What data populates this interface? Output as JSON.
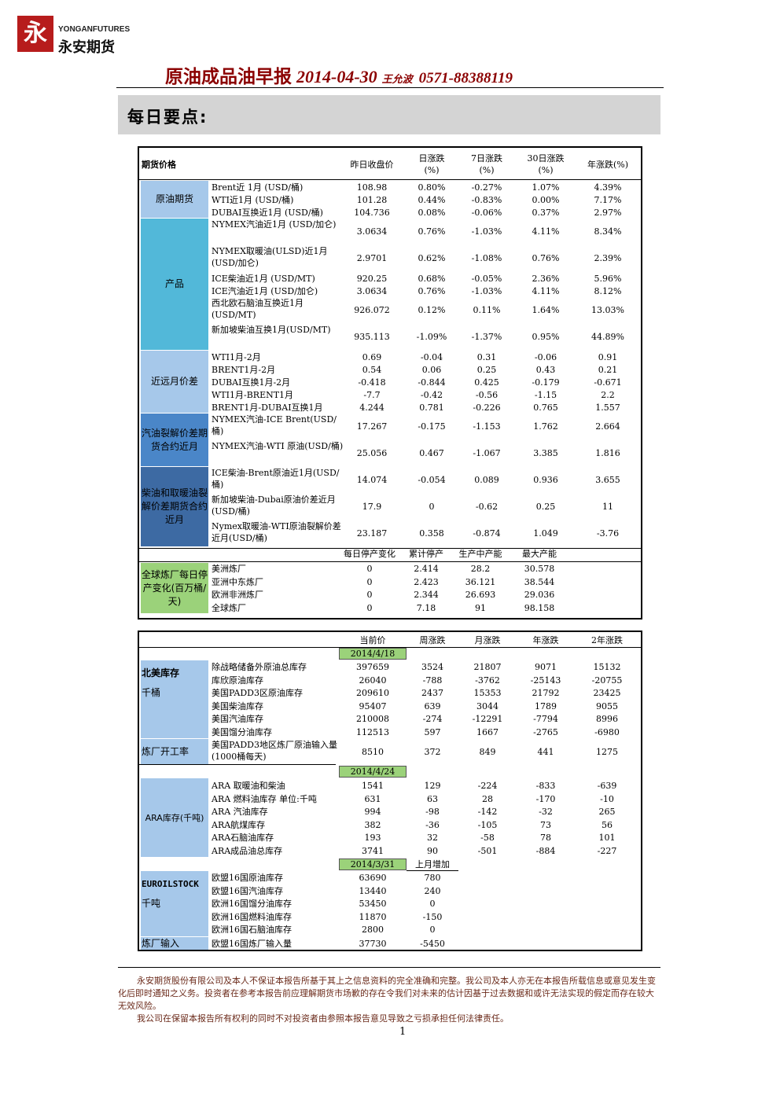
{
  "logo": {
    "mark": "永",
    "en": "YONGANFUTURES",
    "cn": "永安期货"
  },
  "header": {
    "title": "原油成品油早报",
    "date": "2014-04-30",
    "author": "王允波",
    "phone": "0571-88388119"
  },
  "section_title": "每日要点:",
  "t1": {
    "headers": {
      "c0": "期货价格",
      "c1": "昨日收盘价",
      "c2": "日涨跌\n(%)",
      "c3": "7日涨跌\n(%)",
      "c4": "30日涨跌\n(%)",
      "c5": "年涨跌(%)"
    },
    "groups": [
      {
        "name": "原油期货",
        "color": "#a6c8ea",
        "rows": [
          {
            "label": "Brent近 1月 (USD/桶)",
            "v": [
              "108.98",
              "0.80%",
              "-0.27%",
              "1.07%",
              "4.39%"
            ]
          },
          {
            "label": "WTI近1月 (USD/桶)",
            "v": [
              "101.28",
              "0.44%",
              "-0.83%",
              "0.00%",
              "7.17%"
            ]
          },
          {
            "label": "DUBAI互换近1月 (USD/桶)",
            "v": [
              "104.736",
              "0.08%",
              "-0.06%",
              "0.37%",
              "2.97%"
            ]
          }
        ]
      },
      {
        "name": "产品",
        "color": "#52b8d9",
        "rows": [
          {
            "label": "NYMEX汽油近1月 (USD/加仑)",
            "v": [
              "3.0634",
              "0.76%",
              "-1.03%",
              "4.11%",
              "8.34%"
            ]
          },
          {
            "label": "NYMEX取暖油(ULSD)近1月(USD/加仑)",
            "v": [
              "2.9701",
              "0.62%",
              "-1.08%",
              "0.76%",
              "2.39%"
            ]
          },
          {
            "label": "ICE柴油近1月 (USD/MT)",
            "v": [
              "920.25",
              "0.68%",
              "-0.05%",
              "2.36%",
              "5.96%"
            ]
          },
          {
            "label": "ICE汽油近1月 (USD/加仑)",
            "v": [
              "3.0634",
              "0.76%",
              "-1.03%",
              "4.11%",
              "8.12%"
            ]
          },
          {
            "label": "西北欧石脑油互换近1月(USD/MT)",
            "v": [
              "926.072",
              "0.12%",
              "0.11%",
              "1.64%",
              "13.03%"
            ]
          },
          {
            "label": "新加坡柴油互换1月(USD/MT)",
            "v": [
              "935.113",
              "-1.09%",
              "-1.37%",
              "0.95%",
              "44.89%"
            ]
          }
        ]
      },
      {
        "name": "近远月价差",
        "color": "#a6c8ea",
        "rows": [
          {
            "label": "WTI1月-2月",
            "v": [
              "0.69",
              "-0.04",
              "0.31",
              "-0.06",
              "0.91"
            ]
          },
          {
            "label": "BRENT1月-2月",
            "v": [
              "0.54",
              "0.06",
              "0.25",
              "0.43",
              "0.21"
            ]
          },
          {
            "label": "DUBAI互换1月-2月",
            "v": [
              "-0.418",
              "-0.844",
              "0.425",
              "-0.179",
              "-0.671"
            ]
          },
          {
            "label": "WTI1月-BRENT1月",
            "v": [
              "-7.7",
              "-0.42",
              "-0.56",
              "-1.15",
              "2.2"
            ]
          },
          {
            "label": "BRENT1月-DUBAI互换1月",
            "v": [
              "4.244",
              "0.781",
              "-0.226",
              "0.765",
              "1.557"
            ]
          }
        ]
      },
      {
        "name": "汽油裂解价差期货合约近月",
        "color": "#4a86c8",
        "rows": [
          {
            "label": "NYMEX汽油-ICE Brent(USD/桶)",
            "v": [
              "17.267",
              "-0.175",
              "-1.153",
              "1.762",
              "2.664"
            ]
          },
          {
            "label": "NYMEX汽油-WTI 原油(USD/桶)",
            "v": [
              "25.056",
              "0.467",
              "-1.067",
              "3.385",
              "1.816"
            ]
          }
        ]
      },
      {
        "name": "柴油和取暖油裂解价差期货合约近月",
        "color": "#3d6aa3",
        "rows": [
          {
            "label": "ICE柴油-Brent原油近1月(USD/桶)",
            "v": [
              "14.074",
              "-0.054",
              "0.089",
              "0.936",
              "3.655"
            ]
          },
          {
            "label": "新加坡柴油-Dubai原油价差近月(USD/桶)",
            "v": [
              "17.9",
              "0",
              "-0.62",
              "0.25",
              "11"
            ]
          },
          {
            "label": "Nymex取暖油-WTI原油裂解价差近月(USD/桶)",
            "v": [
              "23.187",
              "0.358",
              "-0.874",
              "1.049",
              "-3.76"
            ]
          }
        ]
      }
    ],
    "refinery_headers": [
      "每日停产变化",
      "累计停产",
      "生产中产能",
      "最大产能"
    ],
    "refinery_group": "全球炼厂每日停产变化(百万桶/天)",
    "refinery_rows": [
      {
        "label": "美洲炼厂",
        "v": [
          "0",
          "2.414",
          "28.2",
          "30.578"
        ]
      },
      {
        "label": "亚洲中东炼厂",
        "v": [
          "0",
          "2.423",
          "36.121",
          "38.544"
        ]
      },
      {
        "label": "欧洲非洲炼厂",
        "v": [
          "0",
          "2.344",
          "26.693",
          "29.036"
        ]
      },
      {
        "label": "全球炼厂",
        "v": [
          "0",
          "7.18",
          "91",
          "98.158"
        ]
      }
    ]
  },
  "t2": {
    "headers": [
      "当前价",
      "周涨跌",
      "月涨跌",
      "年涨跌",
      "2年涨跌"
    ],
    "date1": "2014/4/18",
    "na_title": "北美库存",
    "na_unit": "千桶",
    "na_rows": [
      {
        "label": "除战略储备外原油总库存",
        "v": [
          "397659",
          "3524",
          "21807",
          "9071",
          "15132"
        ]
      },
      {
        "label": "库欣原油库存",
        "v": [
          "26040",
          "-788",
          "-3762",
          "-25143",
          "-20755"
        ]
      },
      {
        "label": "美国PADD3区原油库存",
        "v": [
          "209610",
          "2437",
          "15353",
          "21792",
          "23425"
        ]
      },
      {
        "label": "美国柴油库存",
        "v": [
          "95407",
          "639",
          "3044",
          "1789",
          "9055"
        ]
      },
      {
        "label": "美国汽油库存",
        "v": [
          "210008",
          "-274",
          "-12291",
          "-7794",
          "8996"
        ]
      },
      {
        "label": "美国馏分油库存",
        "v": [
          "112513",
          "597",
          "1667",
          "-2765",
          "-6980"
        ]
      }
    ],
    "util_title": "炼厂开工率",
    "util_row": {
      "label": "美国PADD3地区炼厂原油输入量(1000桶每天)",
      "v": [
        "8510",
        "372",
        "849",
        "441",
        "1275"
      ]
    },
    "date2": "2014/4/24",
    "ara_title": "ARA库存(千吨)",
    "ara_rows": [
      {
        "label": "ARA 取暖油和柴油",
        "v": [
          "1541",
          "129",
          "-224",
          "-833",
          "-639"
        ]
      },
      {
        "label": "ARA 燃料油库存 单位:千吨",
        "v": [
          "631",
          "63",
          "28",
          "-170",
          "-10"
        ]
      },
      {
        "label": "ARA 汽油库存",
        "v": [
          "994",
          "-98",
          "-142",
          "-32",
          "265"
        ]
      },
      {
        "label": "ARA航煤库存",
        "v": [
          "382",
          "-36",
          "-105",
          "73",
          "56"
        ]
      },
      {
        "label": "ARA石脑油库存",
        "v": [
          "193",
          "32",
          "-58",
          "78",
          "101"
        ]
      },
      {
        "label": "ARA成品油总库存",
        "v": [
          "3741",
          "90",
          "-501",
          "-884",
          "-227"
        ]
      }
    ],
    "date3": "2014/3/31",
    "prev_month": "上月增加",
    "eu_title": "EUROILSTOCK",
    "eu_unit": "千吨",
    "eu_rows": [
      {
        "label": "欧盟16国原油库存",
        "v": [
          "63690",
          "780"
        ]
      },
      {
        "label": "欧盟16国汽油库存",
        "v": [
          "13440",
          "240"
        ]
      },
      {
        "label": "欧洲16国馏分油库存",
        "v": [
          "53450",
          "0"
        ]
      },
      {
        "label": "欧洲16国燃料油库存",
        "v": [
          "11870",
          "-150"
        ]
      },
      {
        "label": "欧洲16国石脑油库存",
        "v": [
          "2800",
          "0"
        ]
      }
    ],
    "eu_input_title": "炼厂输入",
    "eu_input_row": {
      "label": "欧盟16国炼厂输入量",
      "v": [
        "37730",
        "-5450"
      ]
    }
  },
  "footer": {
    "p1": "永安期货股份有限公司及本人不保证本报告所基于其上之信息资料的完全准确和完整。我公司及本人亦无在本报告所载信息或意见发生变化后即时通知之义务。投资者在参考本报告前应理解期货市场歉的存在令我们对未来的估计因基于过去数据和或许无法实现的假定而存在较大无效风险。",
    "p2": "我公司在保留本报告所有权利的同时不对投资者由参照本报告意见导致之亏损承担任何法律责任。"
  },
  "page_no": "1",
  "colors": {
    "accent": "#8b0000",
    "gray_bar": "#d4d4d4",
    "green": "#9bd27a",
    "light_blue": "#a6c8ea",
    "cyan": "#52b8d9",
    "mid_blue": "#4a86c8",
    "dark_blue": "#3d6aa3"
  }
}
